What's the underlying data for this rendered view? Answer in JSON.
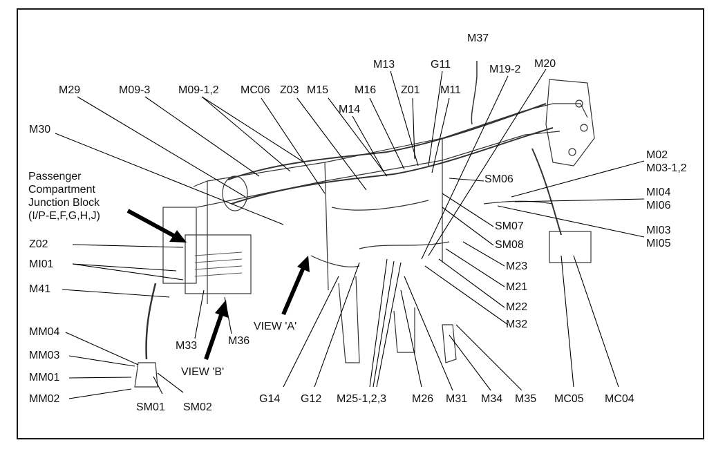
{
  "junction_block": {
    "line1": "Passenger",
    "line2": "Compartment",
    "line3": "Junction Block",
    "line4": "(I/P-E,F,G,H,J)"
  },
  "labels": {
    "M29": "M29",
    "M09_3": "M09-3",
    "M09_12": "M09-1,2",
    "MC06": "MC06",
    "Z03": "Z03",
    "M15": "M15",
    "M16": "M16",
    "M14": "M14",
    "M13": "M13",
    "G11": "G11",
    "Z01": "Z01",
    "M11": "M11",
    "M37": "M37",
    "M19_2": "M19-2",
    "M20": "M20",
    "M30": "M30",
    "SM06": "SM06",
    "M02": "M02",
    "M03_12": "M03-1,2",
    "MI04": "MI04",
    "MI06": "MI06",
    "MI03": "MI03",
    "MI05": "MI05",
    "SM07": "SM07",
    "SM08": "SM08",
    "M23": "M23",
    "M21": "M21",
    "M22": "M22",
    "M32": "M32",
    "Z02": "Z02",
    "MI01": "MI01",
    "M41": "M41",
    "MM04": "MM04",
    "MM03": "MM03",
    "MM01": "MM01",
    "MM02": "MM02",
    "SM01": "SM01",
    "SM02": "SM02",
    "M33": "M33",
    "M36": "M36",
    "VIEW_B": "VIEW 'B'",
    "VIEW_A": "VIEW 'A'",
    "G14": "G14",
    "G12": "G12",
    "M25_123": "M25-1,2,3",
    "M26": "M26",
    "M31": "M31",
    "M34": "M34",
    "M35": "M35",
    "MC05": "MC05",
    "MC04": "MC04"
  }
}
